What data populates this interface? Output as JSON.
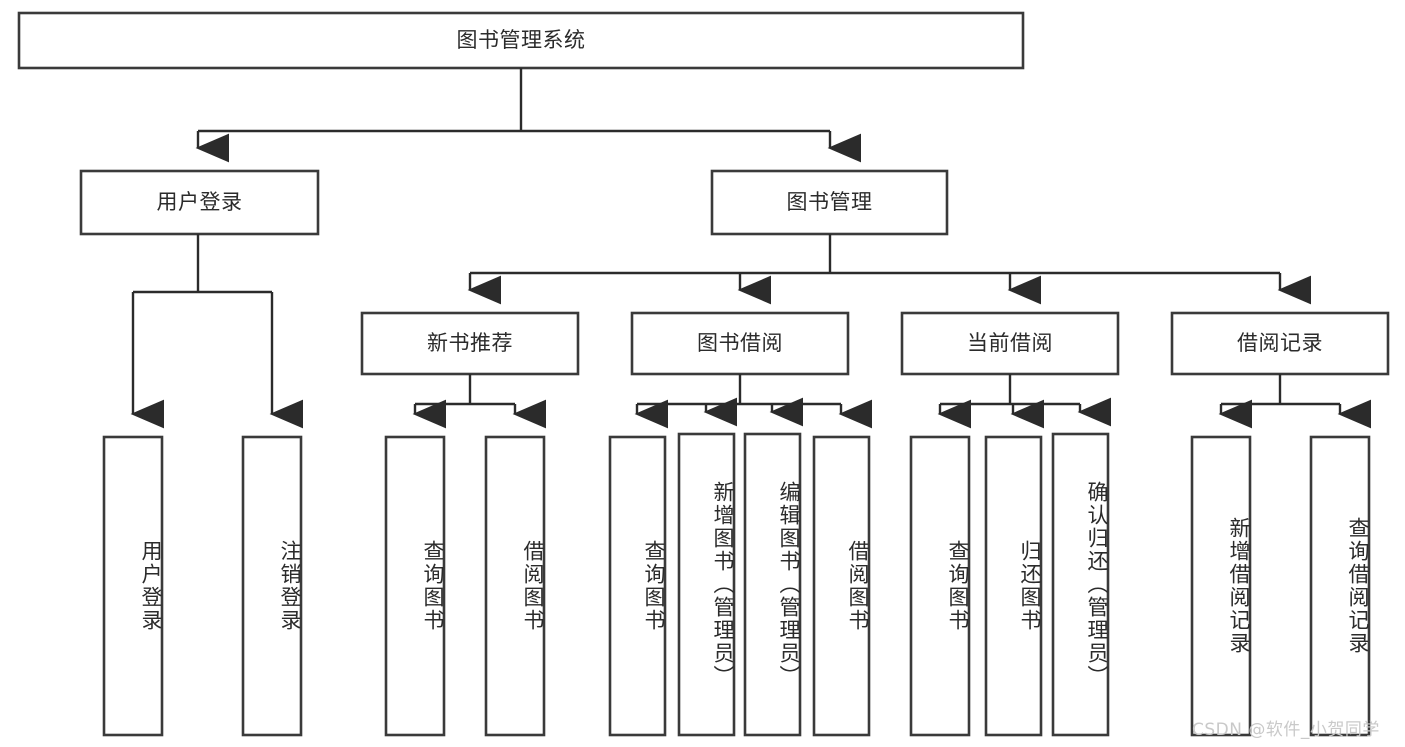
{
  "diagram": {
    "type": "tree",
    "title": "图书管理系统",
    "watermark": "CSDN @软件_小贺同学",
    "colors": {
      "box_stroke": "#3a3a3a",
      "connector": "#2b2b2b",
      "box_fill": "#ffffff",
      "text": "#2b2b2b",
      "watermark": "#c9c9c9"
    },
    "nodes": {
      "root": "图书管理系统",
      "level2": [
        "用户登录",
        "图书管理"
      ],
      "level3": [
        "新书推荐",
        "图书借阅",
        "当前借阅",
        "借阅记录"
      ],
      "leaves_user_login": [
        "用户登录",
        "注销登录"
      ],
      "leaves_new_book": [
        "查询图书",
        "借阅图书"
      ],
      "leaves_borrow": [
        "查询图书",
        "新增图书（管理员）",
        "编辑图书（管理员）",
        "借阅图书"
      ],
      "leaves_current": [
        "查询图书",
        "归还图书",
        "确认归还（管理员）"
      ],
      "leaves_records": [
        "新增借阅记录",
        "查询借阅记录"
      ]
    }
  }
}
